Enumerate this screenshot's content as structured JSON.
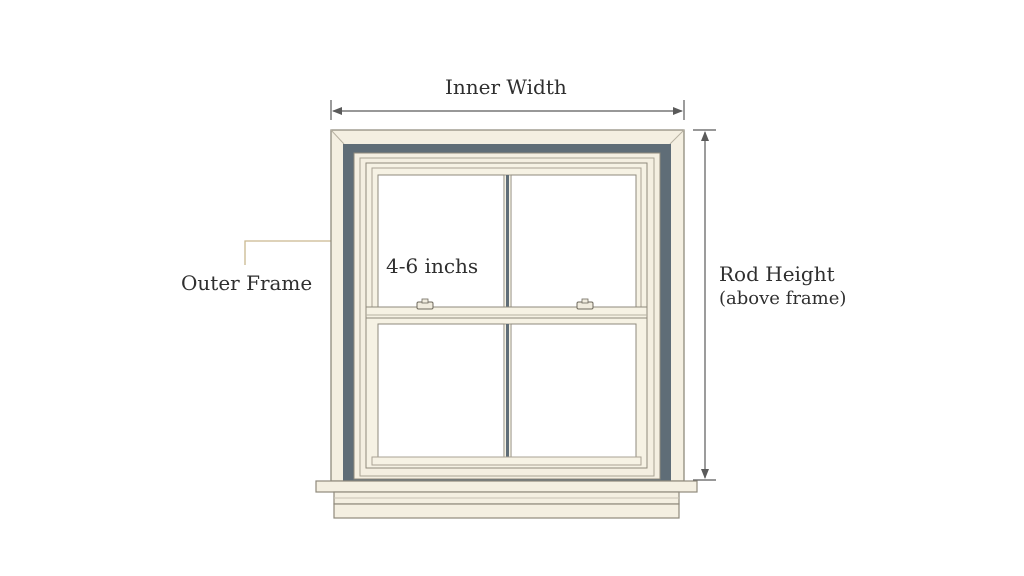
{
  "labels": {
    "inner_width": "Inner Width",
    "outer_frame": "Outer Frame",
    "measurement": "4-6 inchs",
    "rod_height": "Rod Height",
    "rod_height_note": "(above frame)"
  },
  "colors": {
    "trim": "#f4efe1",
    "trim_edge": "#8f8a7c",
    "gap": "#5f6d77",
    "sash": "#f6f2e4",
    "muntin": "#5f6d77",
    "glass": "#ffffff",
    "dimension_line": "#5a5a5a",
    "callout_line": "#c9b88f"
  },
  "icons": {
    "arrow": "arrowhead-icon",
    "lock": "sash-lock-icon"
  }
}
